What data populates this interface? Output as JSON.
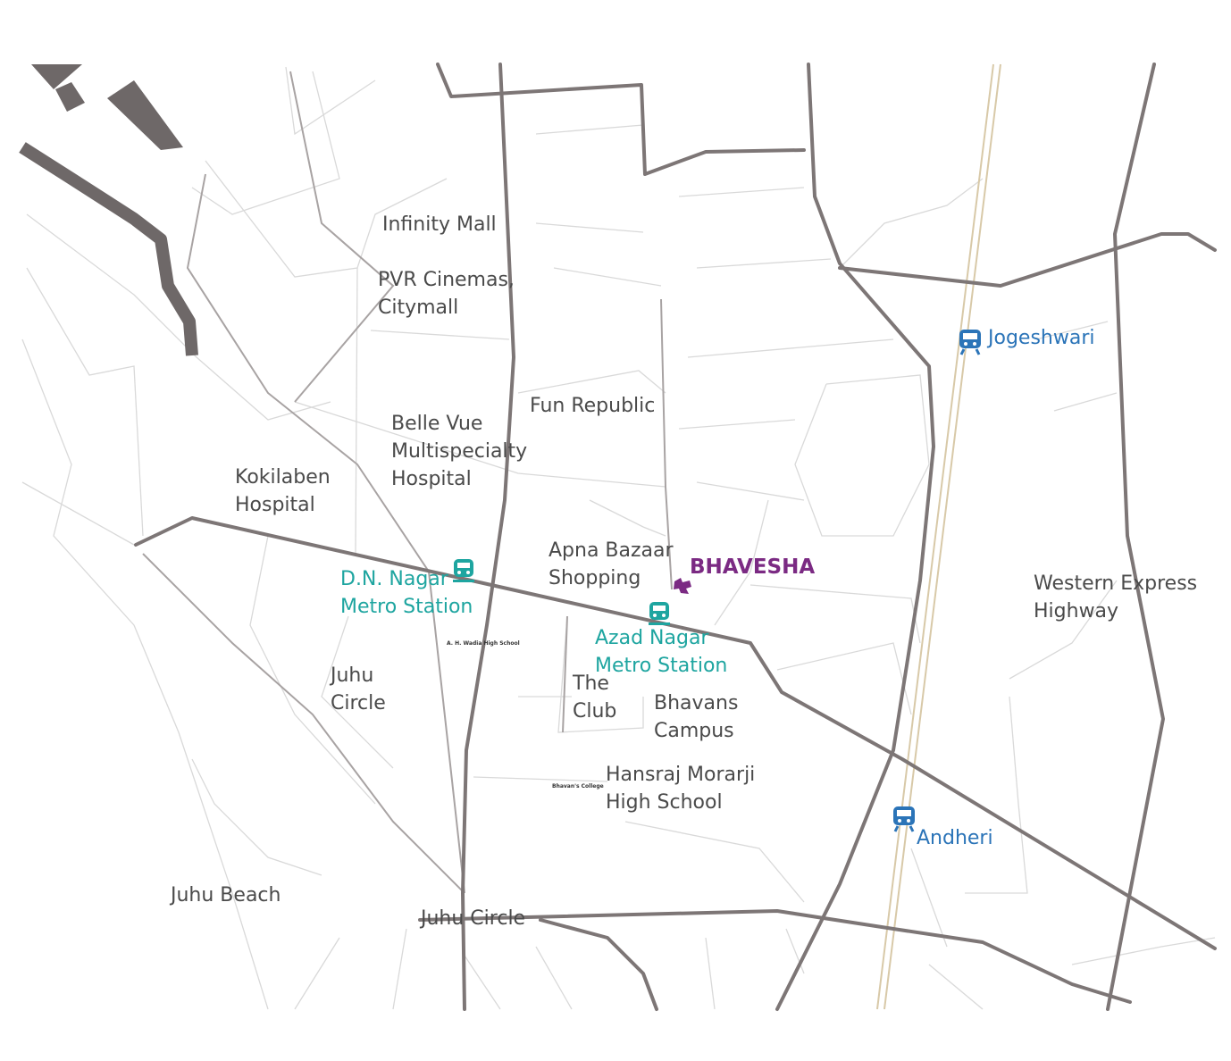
{
  "map": {
    "colors": {
      "road_major": "#7d7676",
      "road_minor": "#d9d9d9",
      "metro": "#1ea5a0",
      "railway_station": "#2b74b8",
      "project": "#7b2a83",
      "railway_line": "#d8c9a8",
      "water": "#6e6868"
    },
    "project": {
      "name": "BHAVESHA",
      "icon": "project-logo-icon"
    },
    "landmarks": [
      {
        "id": "infinity-mall",
        "label": "Infinity Mall"
      },
      {
        "id": "pvr",
        "label": "PVR Cinemas,\nCitymall"
      },
      {
        "id": "fun-republic",
        "label": "Fun Republic"
      },
      {
        "id": "belle-vue",
        "label": "Belle Vue\nMultispecialty\nHospital"
      },
      {
        "id": "kokilaben",
        "label": "Kokilaben\nHospital"
      },
      {
        "id": "apna-bazaar",
        "label": "Apna Bazaar\nShopping"
      },
      {
        "id": "juhu-circle-1",
        "label": "Juhu\nCircle"
      },
      {
        "id": "the-club",
        "label": "The\nClub"
      },
      {
        "id": "bhavans",
        "label": "Bhavans\nCampus"
      },
      {
        "id": "hansraj",
        "label": "Hansraj Morarji\nHigh School"
      },
      {
        "id": "juhu-beach",
        "label": "Juhu Beach"
      },
      {
        "id": "juhu-circle-2",
        "label": "Juhu Circle"
      },
      {
        "id": "weh",
        "label": "Western Express\nHighway"
      }
    ],
    "small_labels": [
      "A. H. Wadia High School",
      "Bhavan's College"
    ],
    "metro_stations": [
      {
        "label": "D.N. Nagar\nMetro Station",
        "icon": "metro-train-icon"
      },
      {
        "label": "Azad Nagar\nMetro Station",
        "icon": "metro-train-icon"
      }
    ],
    "railway_stations": [
      {
        "label": "Jogeshwari",
        "icon": "train-icon"
      },
      {
        "label": "Andheri",
        "icon": "train-icon"
      }
    ]
  }
}
